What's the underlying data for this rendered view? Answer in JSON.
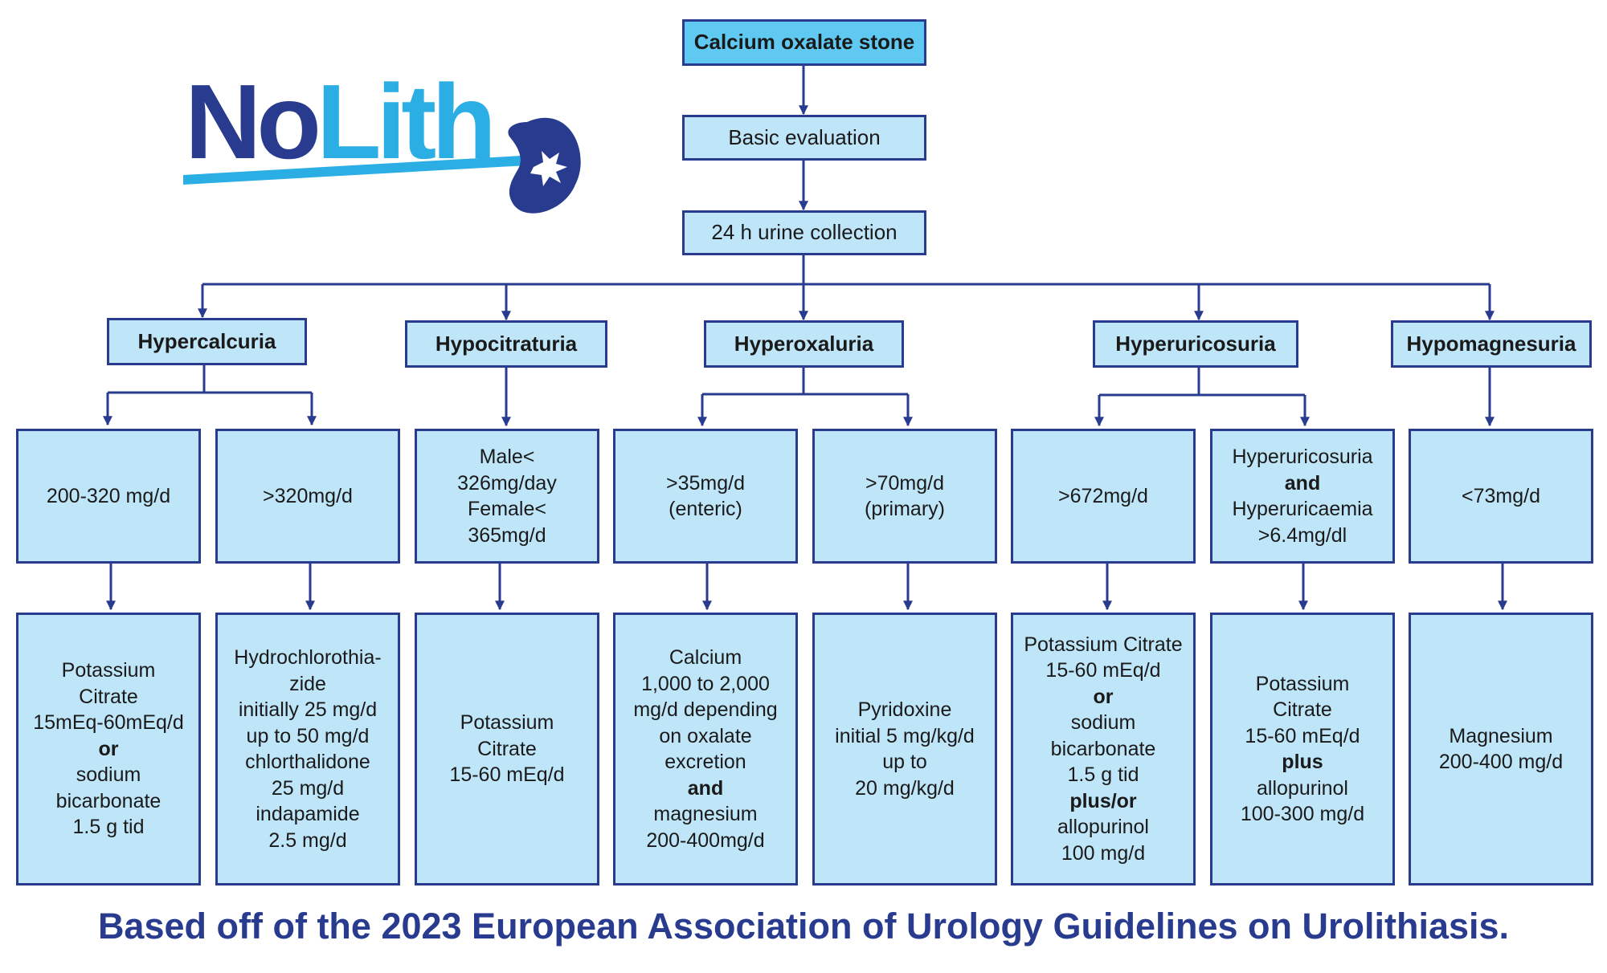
{
  "logo": {
    "part1": "No",
    "part2": "Lith"
  },
  "colors": {
    "navy": "#283b8e",
    "box_fill": "#bfe5f8",
    "top_fill": "#5fc9f1",
    "logo_cyan": "#2aaee3"
  },
  "top": {
    "title": "Calcium oxalate stone"
  },
  "evaluation": "Basic evaluation",
  "collection": "24 h urine collection",
  "categories": [
    "Hypercalcuria",
    "Hypocitraturia",
    "Hyperoxaluria",
    "Hyperuricosuria",
    "Hypomagnesuria"
  ],
  "thresholds": [
    {
      "lines": [
        {
          "t": "200-320 mg/d"
        }
      ]
    },
    {
      "lines": [
        {
          "t": ">320mg/d"
        }
      ]
    },
    {
      "lines": [
        {
          "t": "Male<"
        },
        {
          "t": "326mg/day"
        },
        {
          "t": "Female<"
        },
        {
          "t": "365mg/d"
        }
      ]
    },
    {
      "lines": [
        {
          "t": ">35mg/d"
        },
        {
          "t": "(enteric)"
        }
      ]
    },
    {
      "lines": [
        {
          "t": ">70mg/d"
        },
        {
          "t": "(primary)"
        }
      ]
    },
    {
      "lines": [
        {
          "t": ">672mg/d"
        }
      ]
    },
    {
      "lines": [
        {
          "t": "Hyperuricosuria"
        },
        {
          "t": "and",
          "b": true
        },
        {
          "t": "Hyperuricaemia"
        },
        {
          "t": ">6.4mg/dl"
        }
      ]
    },
    {
      "lines": [
        {
          "t": "<73mg/d"
        }
      ]
    }
  ],
  "treatments": [
    {
      "lines": [
        {
          "t": "Potassium"
        },
        {
          "t": "Citrate"
        },
        {
          "t": "15mEq-60mEq/d"
        },
        {
          "t": "or",
          "b": true
        },
        {
          "t": "sodium"
        },
        {
          "t": "bicarbonate"
        },
        {
          "t": "1.5 g tid"
        }
      ]
    },
    {
      "lines": [
        {
          "t": "Hydrochlorothia-"
        },
        {
          "t": "zide"
        },
        {
          "t": "initially 25 mg/d"
        },
        {
          "t": "up to 50 mg/d"
        },
        {
          "t": "chlorthalidone"
        },
        {
          "t": "25 mg/d"
        },
        {
          "t": "indapamide"
        },
        {
          "t": "2.5 mg/d"
        }
      ]
    },
    {
      "lines": [
        {
          "t": "Potassium"
        },
        {
          "t": "Citrate"
        },
        {
          "t": "15-60 mEq/d"
        }
      ]
    },
    {
      "lines": [
        {
          "t": "Calcium"
        },
        {
          "t": "1,000 to 2,000"
        },
        {
          "t": "mg/d depending"
        },
        {
          "t": "on oxalate"
        },
        {
          "t": "excretion"
        },
        {
          "t": "and",
          "b": true
        },
        {
          "t": "magnesium"
        },
        {
          "t": "200-400mg/d"
        }
      ]
    },
    {
      "lines": [
        {
          "t": "Pyridoxine"
        },
        {
          "t": "initial 5 mg/kg/d"
        },
        {
          "t": "up to"
        },
        {
          "t": "20 mg/kg/d"
        }
      ]
    },
    {
      "lines": [
        {
          "t": "Potassium Citrate"
        },
        {
          "t": "15-60 mEq/d"
        },
        {
          "t": "or",
          "b": true
        },
        {
          "t": "sodium"
        },
        {
          "t": "bicarbonate"
        },
        {
          "t": "1.5 g tid"
        },
        {
          "t": "plus/or",
          "b": true
        },
        {
          "t": "allopurinol"
        },
        {
          "t": "100 mg/d"
        }
      ]
    },
    {
      "lines": [
        {
          "t": "Potassium"
        },
        {
          "t": "Citrate"
        },
        {
          "t": "15-60 mEq/d"
        },
        {
          "t": "plus",
          "b": true
        },
        {
          "t": "allopurinol"
        },
        {
          "t": "100-300 mg/d"
        }
      ]
    },
    {
      "lines": [
        {
          "t": "Magnesium"
        },
        {
          "t": "200-400 mg/d"
        }
      ]
    }
  ],
  "footer": "Based off of the 2023 European Association of Urology Guidelines on Urolithiasis."
}
